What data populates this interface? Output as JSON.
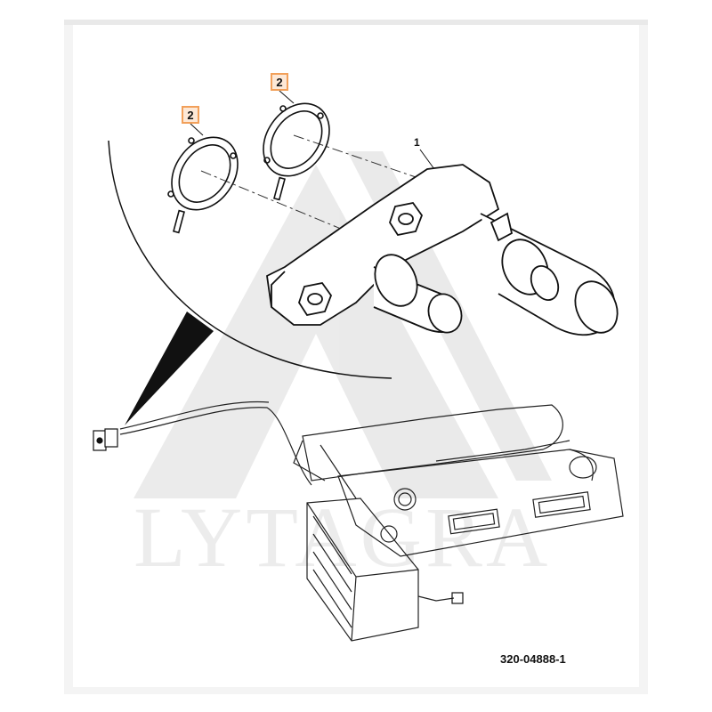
{
  "callouts": {
    "ring_left": "2",
    "ring_right": "2",
    "bracket": "1"
  },
  "drawing_number": "320-04888-1",
  "watermark": {
    "text": "LYTAGRA"
  },
  "colors": {
    "callout_border": "#f2a05a",
    "callout_fill": "#fde8d6",
    "line": "#111111"
  }
}
